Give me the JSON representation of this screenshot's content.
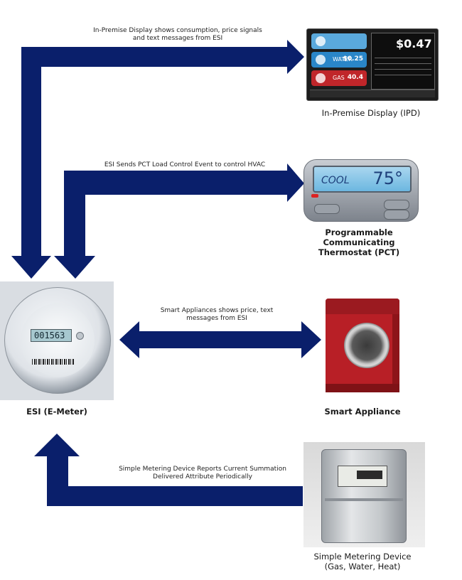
{
  "captions": {
    "ipd_flow": "In-Premise Display shows consumption, price signals and text messages from ESI",
    "pct_flow": "ESI Sends PCT Load Control Event to control HVAC",
    "appliance_flow": "Smart Appliances shows price, text messages from ESI",
    "metering_flow": "Simple Metering Device Reports Current Summation Delivered Attribute Periodically"
  },
  "labels": {
    "ipd": "In-Premise Display (IPD)",
    "pct": "Programmable Communicating Thermostat (PCT)",
    "esi": "ESI (E-Meter)",
    "appliance": "Smart Appliance",
    "metering": "Simple Metering Device (Gas, Water, Heat)"
  },
  "ipd_screen": {
    "price": "$0.47",
    "buttons": [
      {
        "label": "WATER",
        "value": "$0.25",
        "color": "#2a86c8"
      },
      {
        "label": "GAS",
        "value": "40.4",
        "color": "#c0262a"
      }
    ]
  },
  "thermostat": {
    "mode": "COOL",
    "temperature": "75°"
  },
  "meter": {
    "reading": "001563"
  },
  "colors": {
    "arrow": "#0a1f6b"
  }
}
